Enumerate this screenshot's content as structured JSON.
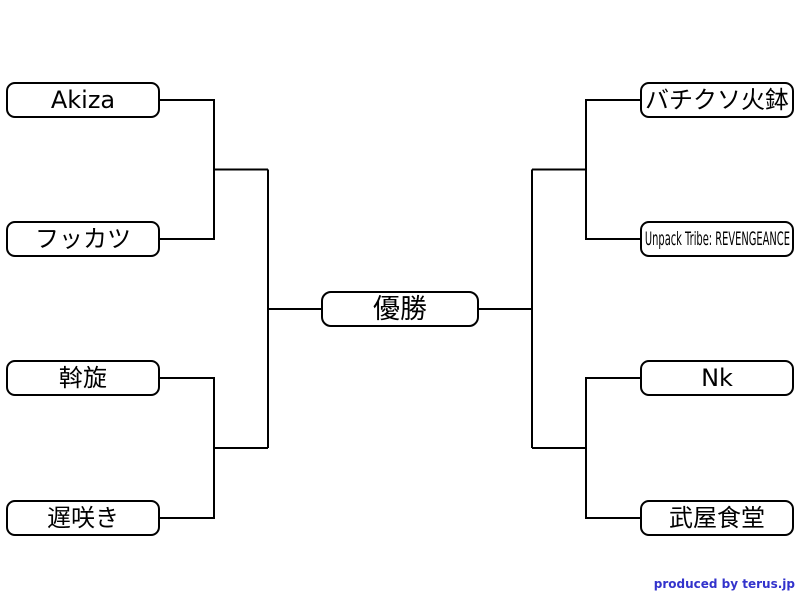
{
  "bracket": {
    "final_label": "優勝",
    "left_teams": [
      "Akiza",
      "フッカツ",
      "斡旋",
      "遅咲き"
    ],
    "right_teams": [
      "バチクソ火鉢",
      "Unpack Tribe: REVENGEANCE",
      "Nk",
      "武屋食堂"
    ]
  },
  "footer": {
    "credit_text": "produced by terus.jp",
    "credit_color": "#3333cc"
  },
  "style": {
    "line_color": "#000000",
    "box_border_color": "#000000",
    "box_background": "#ffffff",
    "page_background": "#ffffff"
  }
}
